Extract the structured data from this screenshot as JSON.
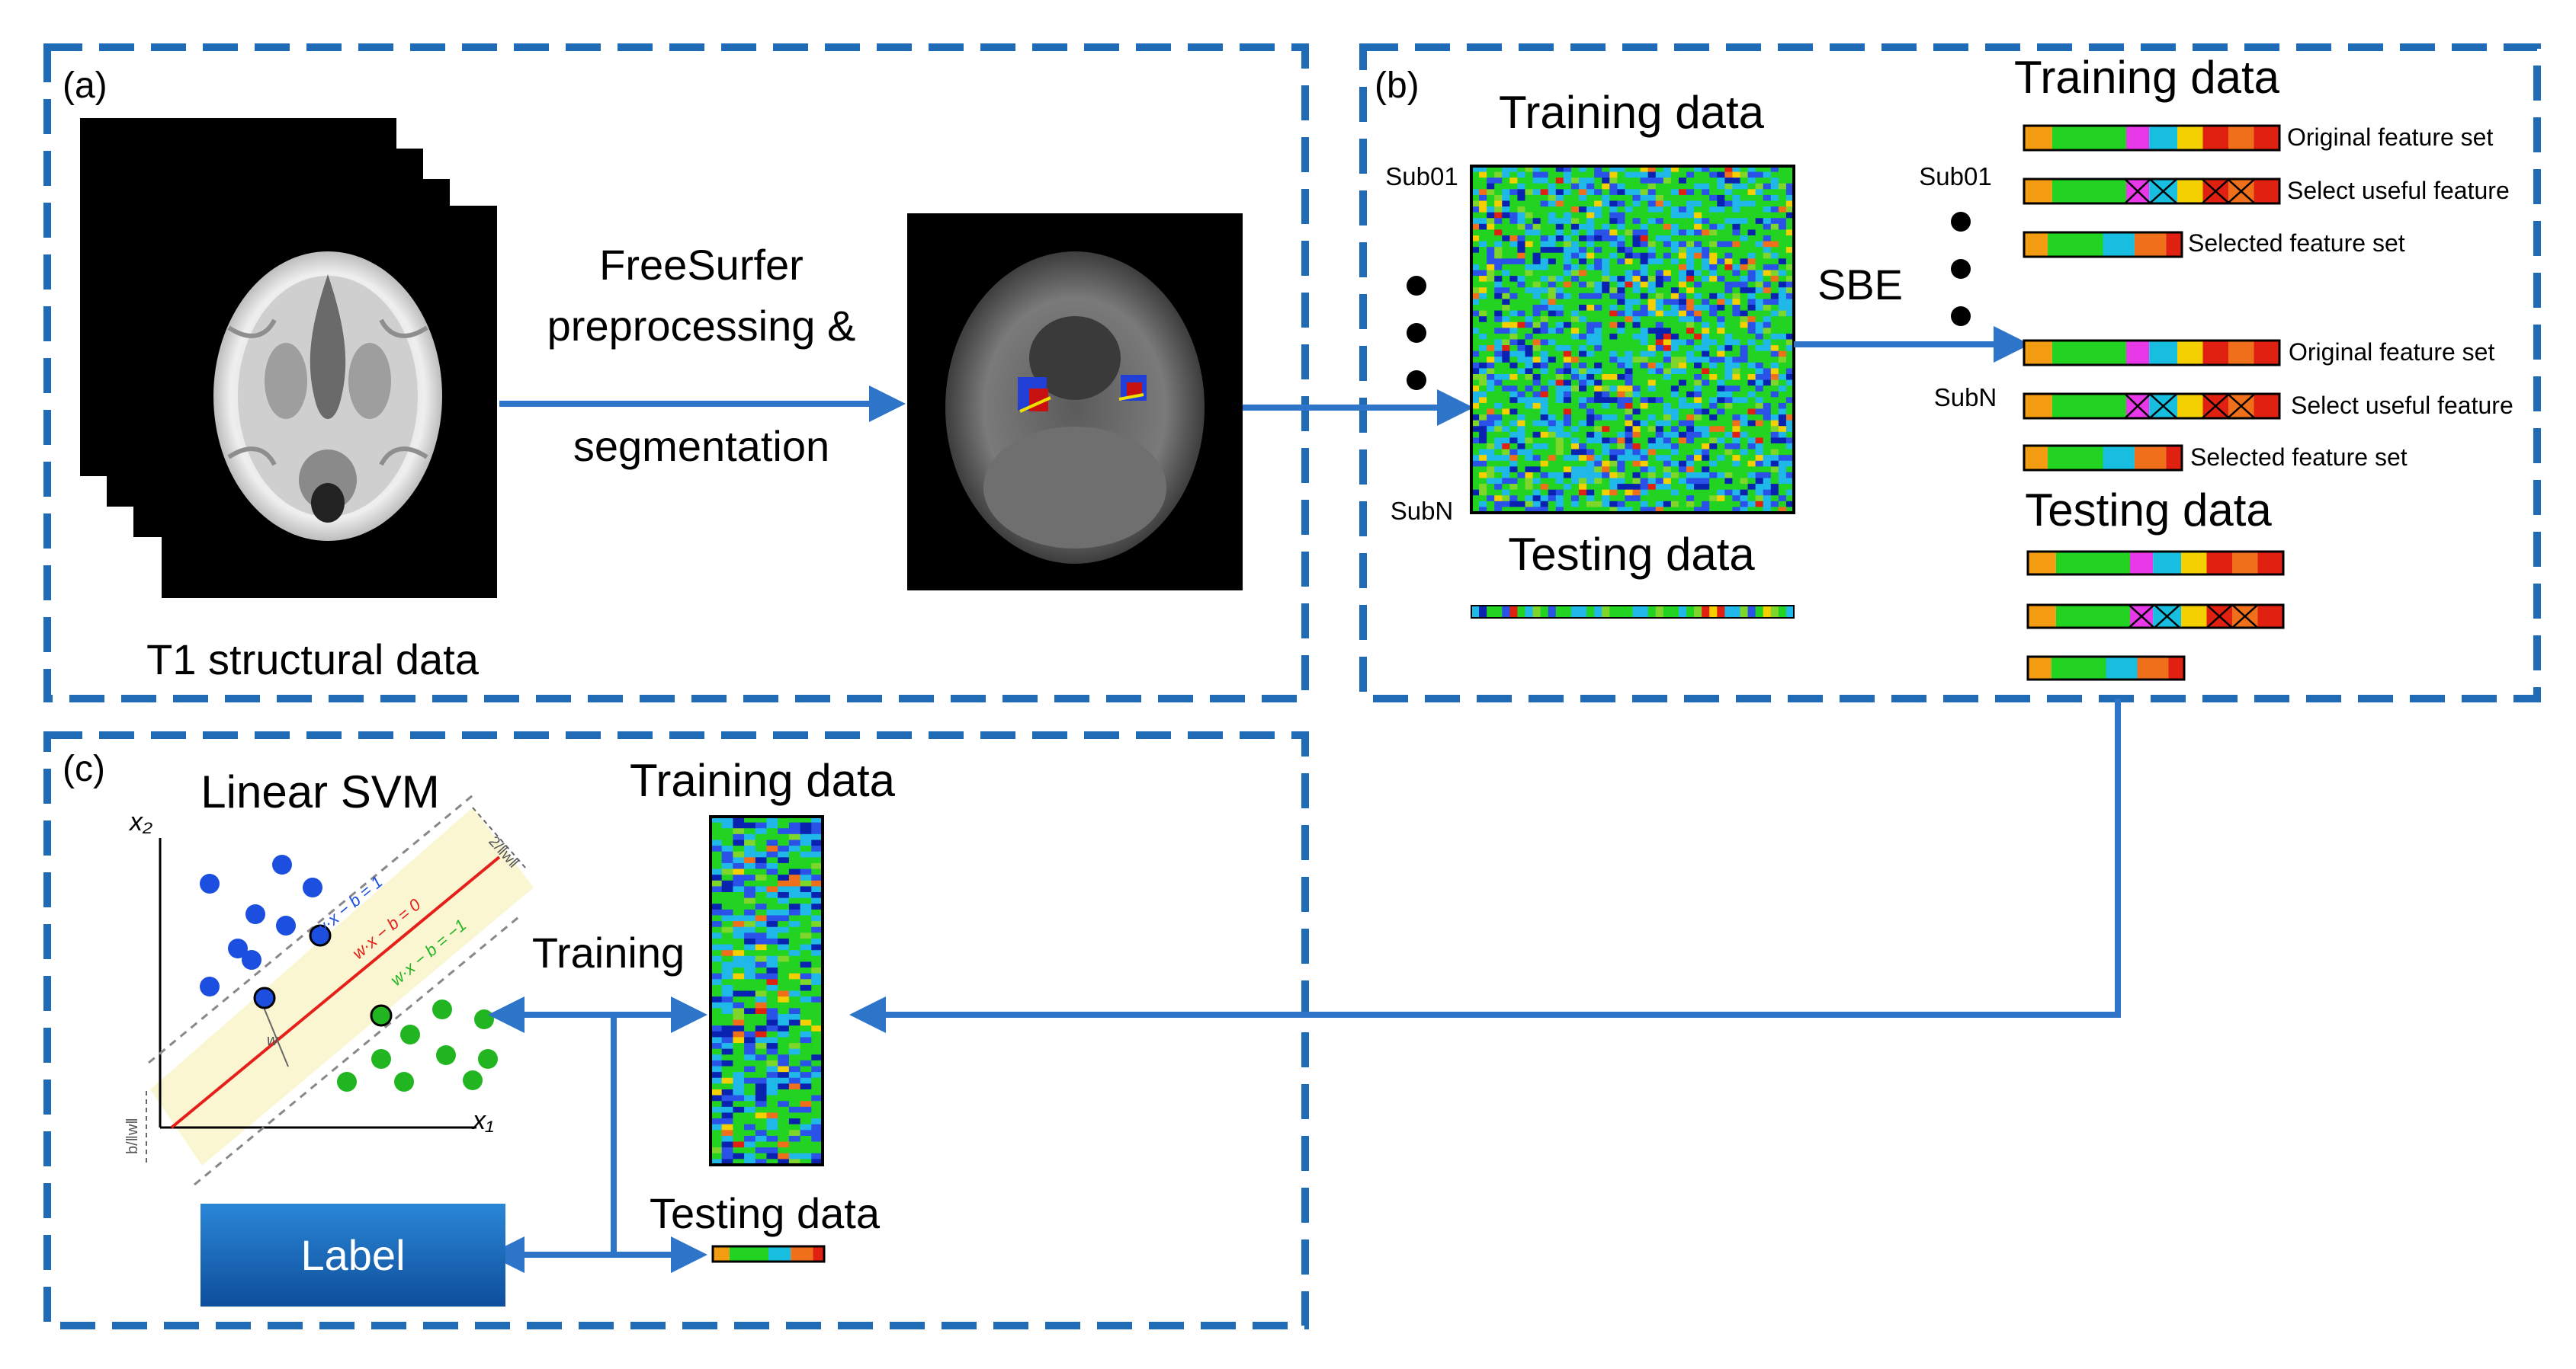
{
  "panel_a": {
    "tag": "(a)",
    "caption": "T1 structural data",
    "step_line1": "FreeSurfer",
    "step_line2": "preprocessing &",
    "step_line3": "segmentation"
  },
  "panel_b": {
    "tag": "(b)",
    "training_title": "Training data",
    "testing_title": "Testing data",
    "first_subject": "Sub01",
    "last_subject": "SubN",
    "method": "SBE",
    "right_training_title": "Training data",
    "right_testing_title": "Testing data",
    "original_feature_set": "Original feature set",
    "select_useful_feature": "Select useful feature",
    "selected_feature_set": "Selected feature set"
  },
  "panel_c": {
    "tag": "(c)",
    "svm_title": "Linear SVM",
    "training_title": "Training data",
    "training_label": "Training",
    "testing_title": "Testing data",
    "label_button": "Label",
    "x_axis": "x₁",
    "y_axis": "x₂",
    "plane_upper": "w·x − b = 1",
    "plane_middle": "w·x − b = 0",
    "plane_lower": "w·x − b = −1",
    "margin_label": "2/‖w‖",
    "offset_label": "b/‖w‖",
    "w_label": "w"
  },
  "colors": {
    "dashed_border": "#1F6BB5",
    "arrow": "#2E75C9",
    "label_fill": "#1565C0",
    "svm_blue": "#1C4FE0",
    "svm_green": "#22B522",
    "svm_red": "#E5201A",
    "margin_band": "#FBF6D2",
    "feature_palette": [
      "#F39C12",
      "#22D322",
      "#E838E8",
      "#17BEE0",
      "#F5D000",
      "#E02010",
      "#F06F1A"
    ]
  }
}
